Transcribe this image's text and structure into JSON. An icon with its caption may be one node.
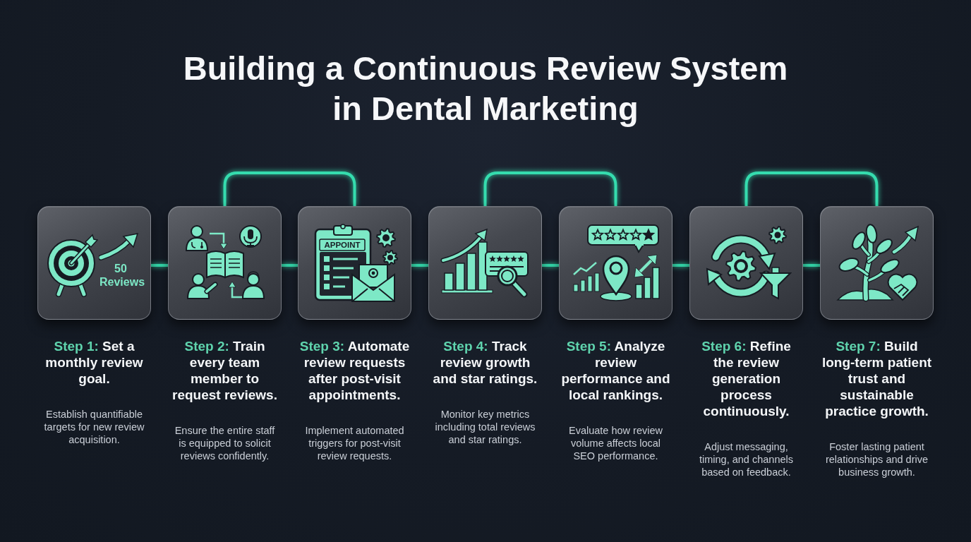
{
  "diagram": {
    "title": "Building a Continuous Review System in Dental Marketing",
    "nodes": [
      {
        "text": [
          "50 Reviews"
        ],
        "beside": [
          "Step 1: Set a monthly review goal.",
          "Establish quantifiable targets for new review acquisition."
        ]
      },
      {
        "text": [],
        "shape": "box",
        "beside": [
          "Step 2: Train every team member to request reviews.",
          "Ensure the entire staff is equipped to solicit reviews confidently."
        ]
      },
      {
        "text": [
          "APPOINT"
        ],
        "beside": [
          "Step 3: Automate review requests after post-visit appointments.",
          "Implement automated triggers for post-visit review requests."
        ]
      },
      {
        "text": [],
        "shape": "box",
        "beside": [
          "Step 4: Track review growth and star ratings.",
          "Monitor key metrics including total reviews and star ratings."
        ]
      },
      {
        "text": [],
        "shape": "box",
        "beside": [
          "Step 5: Analyze review performance and local rankings.",
          "Evaluate how review volume affects local SEO performance."
        ]
      },
      {
        "text": [],
        "shape": "box",
        "beside": [
          "Step 6: Refine the review generation process continuously.",
          "Adjust messaging, timing, and channels based on feedback."
        ]
      },
      {
        "text": [],
        "shape": "box",
        "beside": [
          "Step 7: Build long-term patient trust and sustainable practice growth.",
          "Foster lasting patient relationships and drive business growth."
        ]
      }
    ],
    "edges": [
      {
        "from": 0,
        "to": 1,
        "arrow": "none"
      },
      {
        "from": 1,
        "to": 2,
        "arrow": "none"
      },
      {
        "from": 1,
        "to": 2,
        "arrow": "none"
      },
      {
        "from": 2,
        "to": 3,
        "arrow": "none"
      },
      {
        "from": 3,
        "to": 4,
        "arrow": "none"
      },
      {
        "from": 3,
        "to": 4,
        "arrow": "none"
      },
      {
        "from": 4,
        "to": 5,
        "arrow": "none"
      },
      {
        "from": 5,
        "to": 6,
        "arrow": "none"
      },
      {
        "from": 5,
        "to": 6,
        "arrow": "none"
      }
    ]
  }
}
